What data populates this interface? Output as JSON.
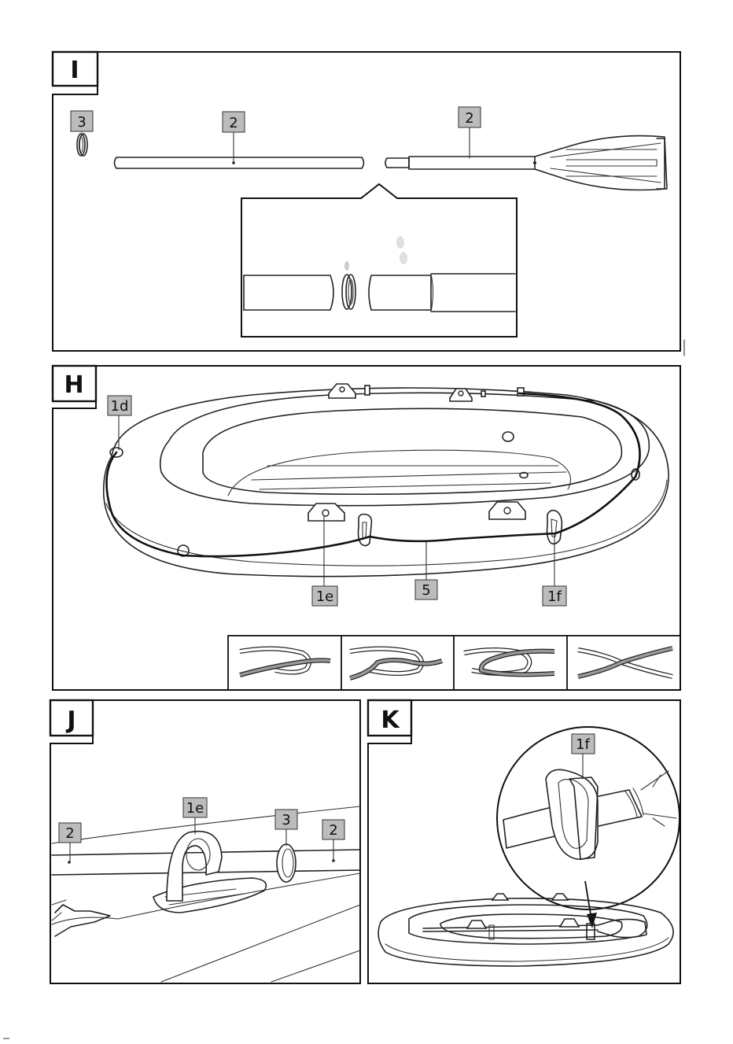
{
  "panels": {
    "I": {
      "letter": "I",
      "callouts": {
        "ring": "3",
        "shaft": "2",
        "paddle": "2"
      }
    },
    "H": {
      "letter": "H",
      "callouts": {
        "bow_ring": "1d",
        "oarlock": "1e",
        "rope": "5",
        "holder": "1f"
      },
      "knot_steps": 4
    },
    "J": {
      "letter": "J",
      "callouts": {
        "shaft_left": "2",
        "oarlock": "1e",
        "ring": "3",
        "shaft_right": "2"
      }
    },
    "K": {
      "letter": "K",
      "callouts": {
        "holder": "1f"
      }
    }
  }
}
